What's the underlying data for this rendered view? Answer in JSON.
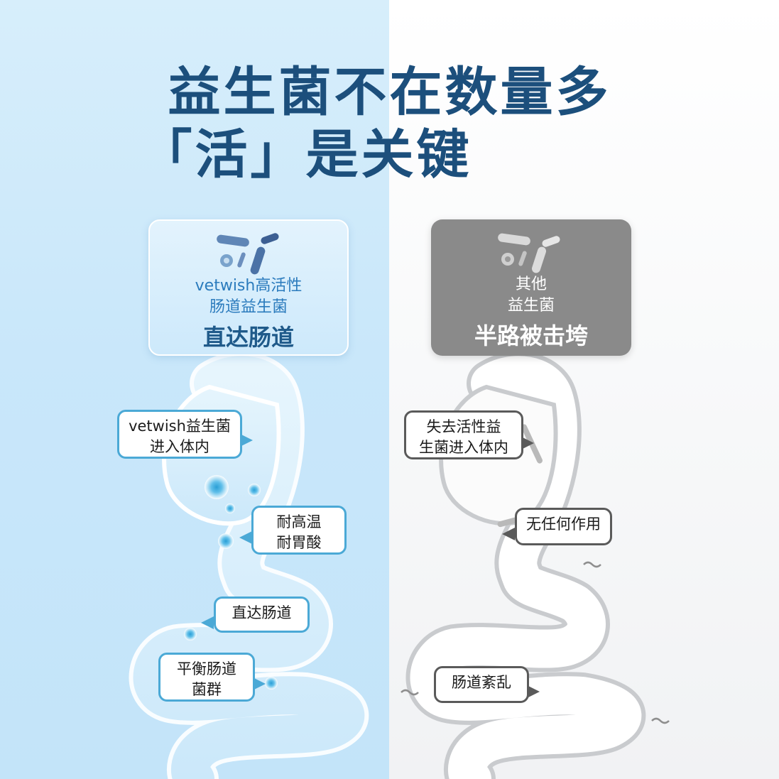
{
  "title": {
    "line1": "益生菌不在数量多",
    "line2": "「活」是关键"
  },
  "left_card": {
    "line1": "vetwish高活性",
    "line2": "肠道益生菌",
    "headline": "直达肠道",
    "icon": "probiotic-bacteria-icon",
    "accent_color": "#2b7bbd"
  },
  "right_card": {
    "line1": "其他",
    "line2": "益生菌",
    "headline": "半路被击垮",
    "icon": "inactive-bacteria-icon",
    "background_color": "#8a8a8a"
  },
  "left_bubbles": [
    {
      "text": "vetwish益生菌\n进入体内"
    },
    {
      "text": "耐高温\n耐胃酸"
    },
    {
      "text": "直达肠道"
    },
    {
      "text": "平衡肠道\n菌群"
    }
  ],
  "right_bubbles": [
    {
      "text": "失去活性益\n生菌进入体内"
    },
    {
      "text": "无任何作用"
    },
    {
      "text": "肠道紊乱"
    }
  ],
  "colors": {
    "title": "#1c4f7c",
    "bubble_blue_border": "#4ba9d6",
    "bubble_grey_border": "#5a5a5a"
  }
}
